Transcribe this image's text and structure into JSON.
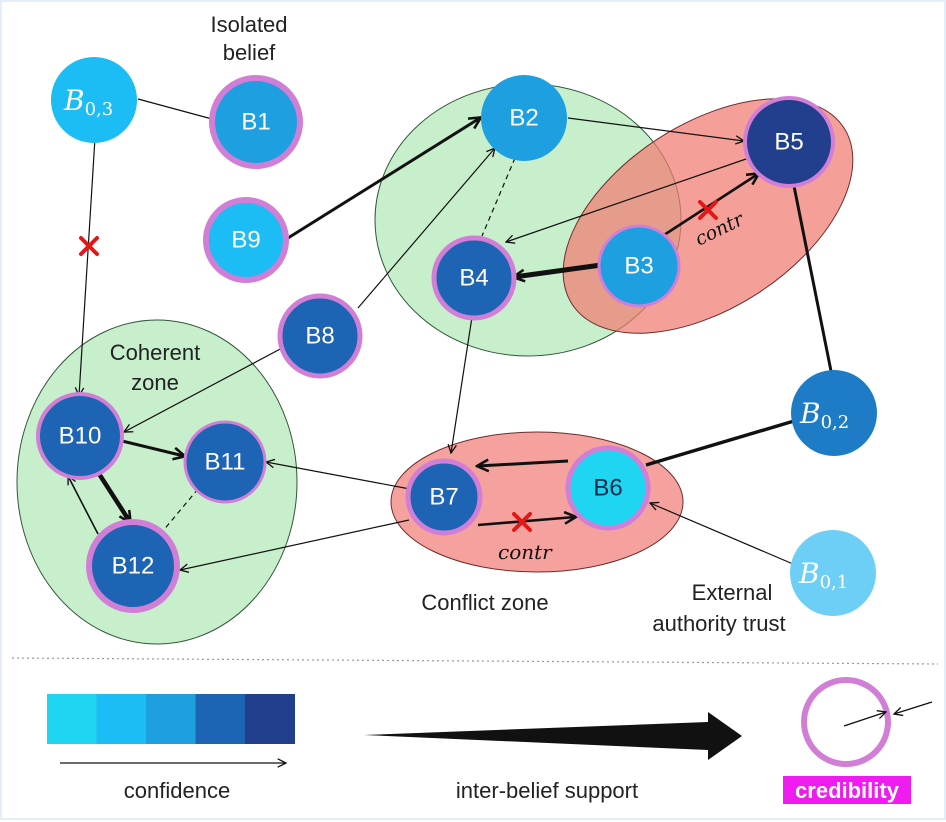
{
  "nodes": {
    "B1": "B1",
    "B2": "B2",
    "B3": "B3",
    "B4": "B4",
    "B5": "B5",
    "B6": "B6",
    "B7": "B7",
    "B8": "B8",
    "B9": "B9",
    "B10": "B10",
    "B11": "B11",
    "B12": "B12"
  },
  "sources": {
    "b03": {
      "base": "B",
      "sub": "0,3"
    },
    "b02": {
      "base": "B",
      "sub": "0,2"
    },
    "b01": {
      "base": "B",
      "sub": "0,1"
    }
  },
  "labels": {
    "isolated_line1": "Isolated",
    "isolated_line2": "belief",
    "coherent_line1": "Coherent",
    "coherent_line2": "zone",
    "conflict_zone": "Conflict zone",
    "external_line1": "External",
    "external_line2": "authority trust",
    "contr": "contr"
  },
  "legend": {
    "confidence": "confidence",
    "support": "inter-belief support",
    "credibility": "credibility",
    "confidence_colors": [
      "#1ed6f2",
      "#1cbcf4",
      "#1e9fe0",
      "#1e64b4",
      "#223f8e"
    ]
  },
  "colors": {
    "credibility_ring": "#d17fd6",
    "credibility_badge": "#ee1cee",
    "coherent_fill": "#c8efcc",
    "conflict_fill": "#f5a29e",
    "contradiction_mark": "#e21818"
  }
}
